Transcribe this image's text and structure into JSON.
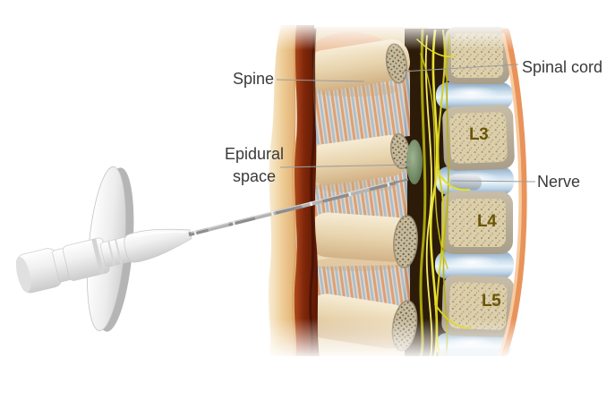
{
  "figure": {
    "type": "medical-illustration-epidural-injection",
    "callouts": {
      "spine": "Spine",
      "epidural_space": "Epidural space",
      "spinal_cord": "Spinal cord",
      "nerve": "Nerve"
    },
    "vertebrae": [
      {
        "label": "L3"
      },
      {
        "label": "L4"
      },
      {
        "label": "L5"
      }
    ],
    "colors": {
      "skin_tan": "#eecd97",
      "muscle_red": "#7e2609",
      "bone_beige": "#e7d3ad",
      "vertebra_fill": "#d9cca7",
      "disc_blue": "#bdd7ea",
      "nerve_yellow": "#e6e030",
      "spinal_canal_brown": "#2c1b08",
      "epidural_green": "#7f9c77",
      "ligament_orange": "#e8935a",
      "needle_gray": "#a7a7a7",
      "label_text": "#3a3a3a",
      "vertebra_label_text": "#6b5504"
    }
  }
}
